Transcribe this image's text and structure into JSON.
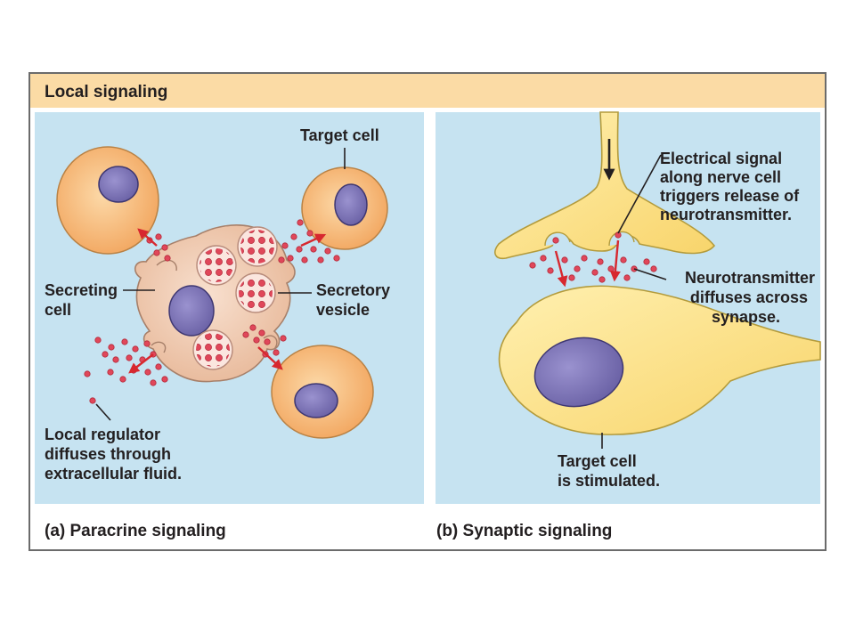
{
  "panel_title": "Local signaling",
  "paracrine": {
    "target_cell_label": "Target cell",
    "secreting_cell_label": [
      "Secreting",
      "cell"
    ],
    "secretory_vesicle_label": [
      "Secretory",
      "vesicle"
    ],
    "local_regulator_label": [
      "Local regulator",
      "diffuses through",
      "extracellular fluid."
    ],
    "caption": "(a) Paracrine signaling"
  },
  "synaptic": {
    "electrical_signal_label": [
      "Electrical signal",
      "along nerve cell",
      "triggers release of",
      "neurotransmitter."
    ],
    "neurotransmitter_label": [
      "Neurotransmitter",
      "diffuses across",
      "synapse."
    ],
    "target_stimulated_label": [
      "Target cell",
      "is stimulated."
    ],
    "caption": "(b) Synaptic signaling"
  },
  "colors": {
    "header_band": "#fbdba5",
    "panel_background": "#c6e3f1",
    "border": "#6b6b6b",
    "orange_cell": "#f6b97a",
    "nucleus": "#7f76b8",
    "secreting_cell": "#f1cbb2",
    "neuron": "#fce28a",
    "signal_molecule": "#e0475a",
    "arrow_red": "#d7282f"
  }
}
